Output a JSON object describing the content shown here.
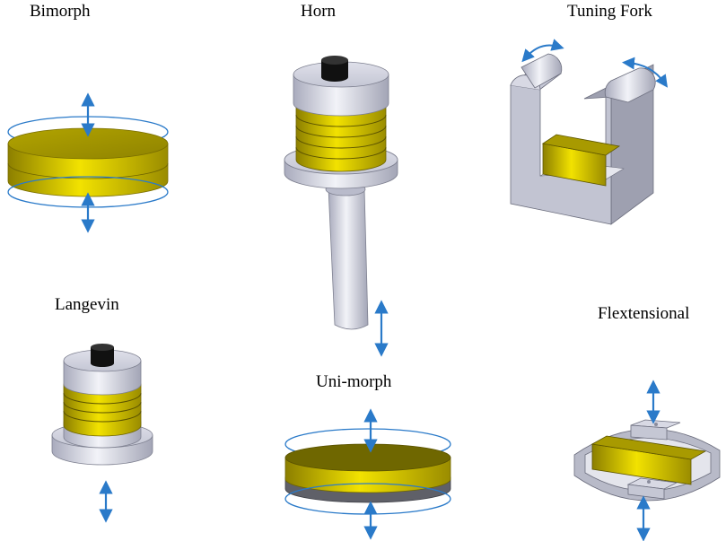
{
  "labels": {
    "bimorph": "Bimorph",
    "horn": "Horn",
    "tuning_fork": "Tuning Fork",
    "langevin": "Langevin",
    "flextensional": "Flextensional",
    "unimorph": "Uni-morph"
  },
  "colors": {
    "piezo": "#b8a700",
    "metal": "#c9cbd9",
    "arrow": "#2a7ac9",
    "cap": "#111111"
  }
}
